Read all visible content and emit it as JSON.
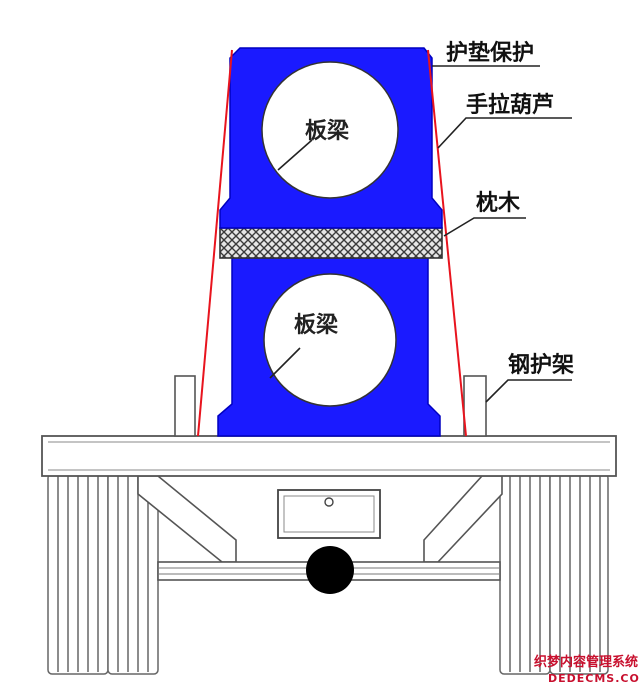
{
  "labels": {
    "pad_protection": "护垫保护",
    "chain_hoist": "手拉葫芦",
    "timber_pad": "枕木",
    "steel_frame": "钢护架",
    "upper_beam": "板梁",
    "lower_beam": "板梁"
  },
  "watermark": {
    "line1": "织梦内容管理系统",
    "line2": "DEDECMS.COM"
  },
  "colors": {
    "beam_fill": "#1a1aff",
    "strap": "#e8141e",
    "outline": "#333333",
    "axle_hub": "#000000"
  },
  "icons": {
    "timber_hatch": "crosshatch-pattern",
    "axle": "filled-circle"
  }
}
